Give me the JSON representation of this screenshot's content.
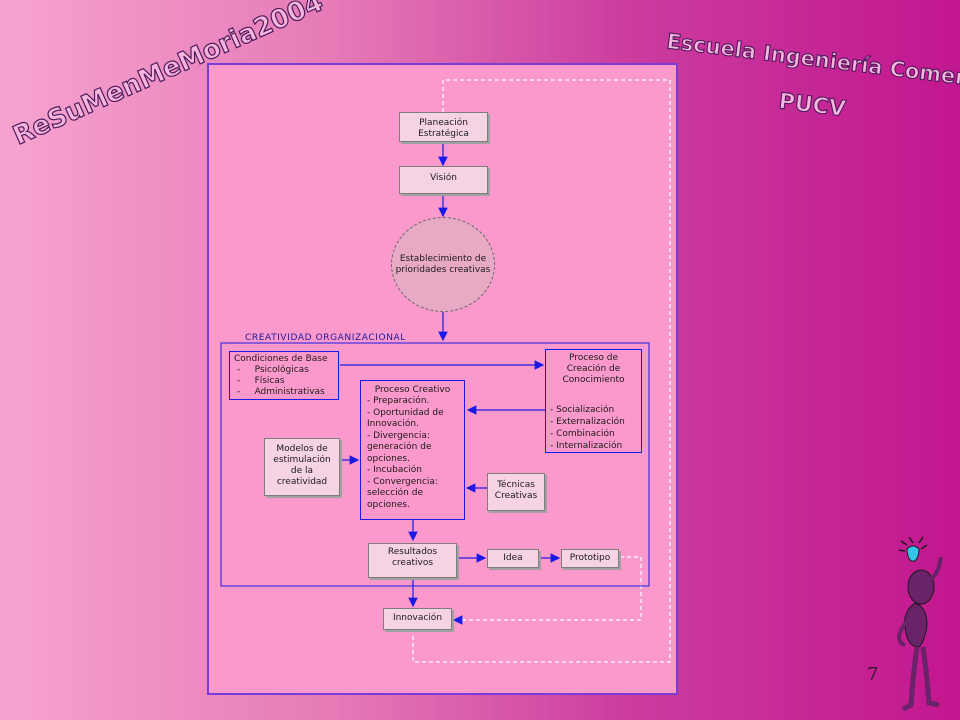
{
  "logo_left": "ReSuMenMeMoria2004",
  "logo_right": {
    "line1": "Escuela Ingeniería Comercial",
    "line2": "PUCV"
  },
  "diagram": {
    "planeacion": "Planeación Estratégica",
    "vision": "Visión",
    "establecimiento": "Establecimiento de prioridades creativas",
    "creatividad_title": "CREATIVIDAD ORGANIZACIONAL",
    "condiciones": {
      "title": "Condiciones de Base",
      "items": [
        "Psicológicas",
        "Físicas",
        "Administrativas"
      ]
    },
    "proceso_conocimiento": {
      "title": "Proceso de Creación de Conocimiento",
      "items": [
        "- Socialización",
        "- Externalización",
        "- Combinación",
        "- Internalización"
      ]
    },
    "proceso_creativo": {
      "title": "Proceso Creativo",
      "items": [
        "- Preparación.",
        "- Oportunidad de Innovación.",
        "- Divergencia: generación de opciones.",
        "- Incubación",
        "- Convergencia: selección de opciones."
      ]
    },
    "modelos": "Modelos de estimulación de la creatividad",
    "tecnicas": "Técnicas Creativas",
    "resultados": "Resultados creativos",
    "idea": "Idea",
    "prototipo": "Prototipo",
    "innovacion": "Innovación"
  },
  "page_number": "7",
  "colors": {
    "panel": "#fc99cc",
    "border": "#7a3bd6",
    "connector": "#1a1ae6"
  }
}
